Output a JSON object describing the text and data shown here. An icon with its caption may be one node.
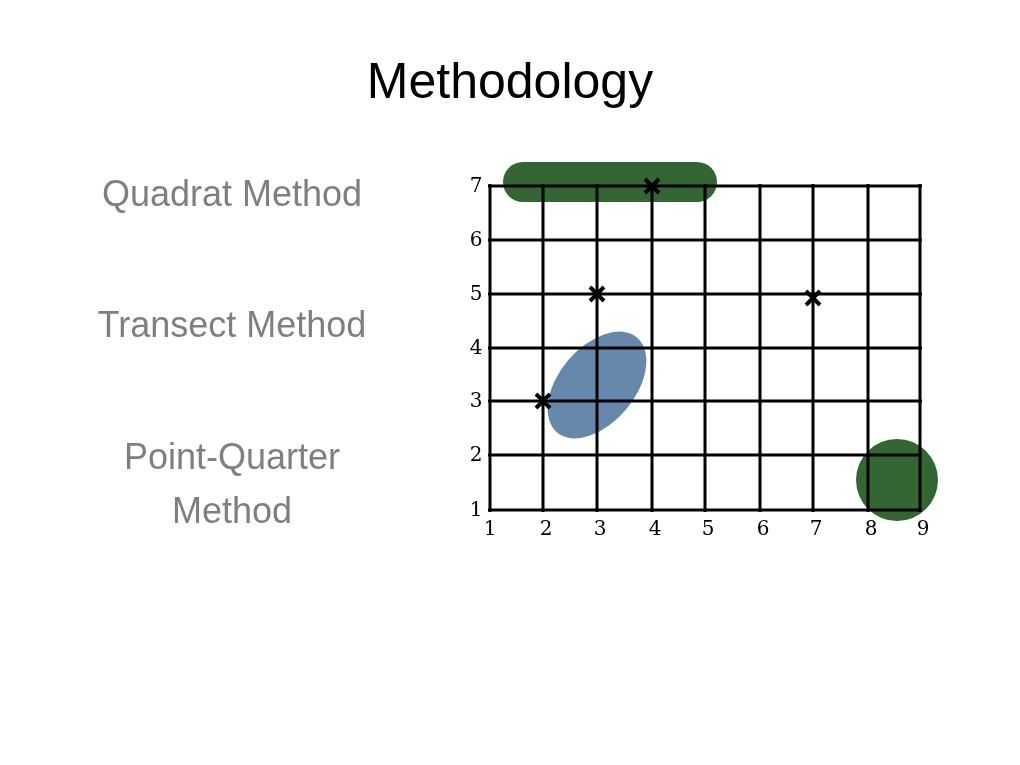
{
  "diagram": {
    "title": "Methodology",
    "labels": [
      "Quadrat Method",
      "Transect Method",
      "Point-Quarter Method",
      "7",
      "6",
      "5",
      "4",
      "3",
      "2",
      "1",
      "1",
      "2",
      "3",
      "4",
      "5",
      "6",
      "7",
      "8",
      "9"
    ]
  }
}
